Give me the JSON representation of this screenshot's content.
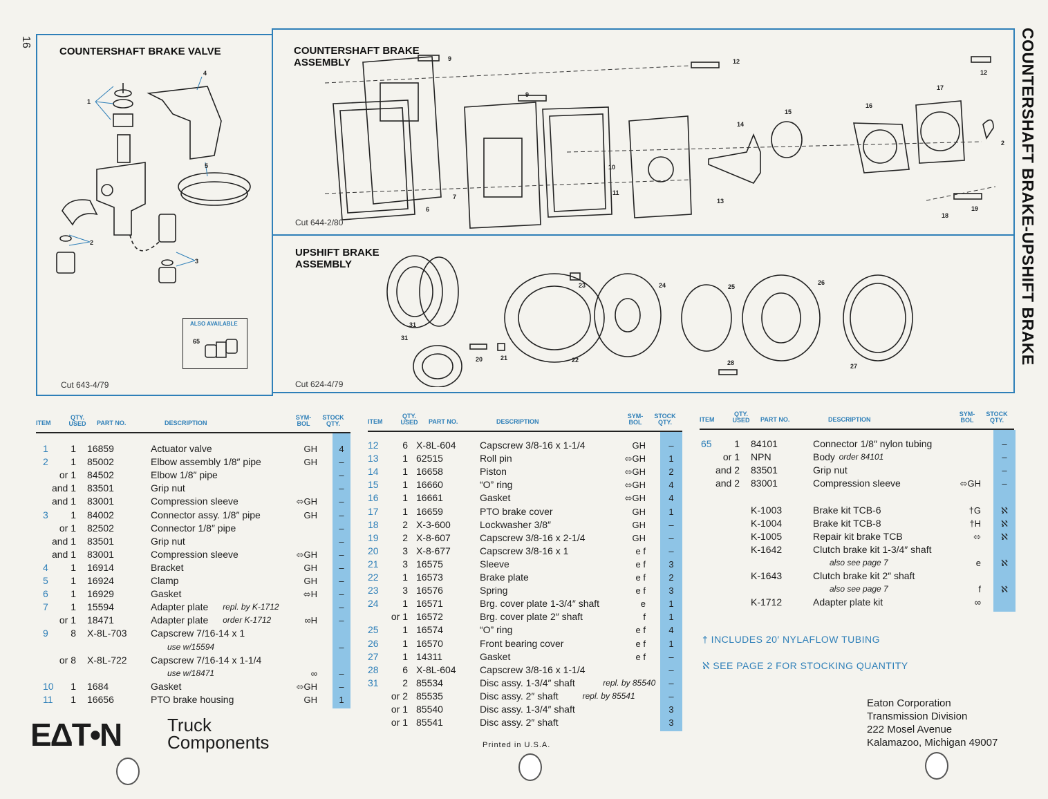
{
  "page_number": "16",
  "side_title": "COUNTERSHAFT BRAKE-UPSHIFT BRAKE",
  "panels": {
    "valve": {
      "title": "COUNTERSHAFT BRAKE VALVE",
      "cut": "Cut 643-4/79",
      "also_available": "ALSO AVAILABLE",
      "also_item": "65"
    },
    "cs_assembly": {
      "title1": "COUNTERSHAFT BRAKE",
      "title2": "ASSEMBLY",
      "cut": "Cut 644-2/80"
    },
    "upshift": {
      "title1": "UPSHIFT BRAKE",
      "title2": "ASSEMBLY",
      "cut": "Cut 624-4/79"
    }
  },
  "headers": {
    "item": "ITEM",
    "qty1": "QTY.",
    "qty2": "USED",
    "part": "PART NO.",
    "desc": "DESCRIPTION",
    "sym1": "SYM-",
    "sym2": "BOL",
    "stock1": "STOCK",
    "stock2": "QTY."
  },
  "table1": [
    {
      "item": "1",
      "qty": "1",
      "part": "16859",
      "desc": "Actuator valve",
      "sym": "GH",
      "stock": "4"
    },
    {
      "item": "2",
      "qty": "1",
      "part": "85002",
      "desc": "Elbow assembly 1/8″ pipe",
      "sym": "GH",
      "stock": "–"
    },
    {
      "item": "",
      "qty": "or 1",
      "part": "84502",
      "desc": "Elbow 1/8″ pipe",
      "sym": "",
      "stock": "–"
    },
    {
      "item": "",
      "qty": "and 1",
      "part": "83501",
      "desc": "Grip nut",
      "sym": "",
      "stock": "–"
    },
    {
      "item": "",
      "qty": "and 1",
      "part": "83001",
      "desc": "Compression sleeve",
      "sym": "⬄GH",
      "stock": "–"
    },
    {
      "item": "3",
      "qty": "1",
      "part": "84002",
      "desc": "Connector assy. 1/8″ pipe",
      "sym": "GH",
      "stock": "–"
    },
    {
      "item": "",
      "qty": "or 1",
      "part": "82502",
      "desc": "Connector 1/8″ pipe",
      "sym": "",
      "stock": "–"
    },
    {
      "item": "",
      "qty": "and 1",
      "part": "83501",
      "desc": "Grip nut",
      "sym": "",
      "stock": "–"
    },
    {
      "item": "",
      "qty": "and 1",
      "part": "83001",
      "desc": "Compression sleeve",
      "sym": "⬄GH",
      "stock": "–"
    },
    {
      "item": "4",
      "qty": "1",
      "part": "16914",
      "desc": "Bracket",
      "sym": "GH",
      "stock": "–"
    },
    {
      "item": "5",
      "qty": "1",
      "part": "16924",
      "desc": "Clamp",
      "sym": "GH",
      "stock": "–"
    },
    {
      "item": "6",
      "qty": "1",
      "part": "16929",
      "desc": "Gasket",
      "sym": "⬄H",
      "stock": "–"
    },
    {
      "item": "7",
      "qty": "1",
      "part": "15594",
      "desc": "Adapter plate",
      "note": "repl. by K-1712",
      "sym": "",
      "stock": "–"
    },
    {
      "item": "",
      "qty": "or 1",
      "part": "18471",
      "desc": "Adapter plate",
      "note": "order K-1712",
      "sym": "∞H",
      "stock": "–"
    },
    {
      "item": "9",
      "qty": "8",
      "part": "X-8L-703",
      "desc": "Capscrew 7/16-14 x 1",
      "sym": "",
      "stock": ""
    },
    {
      "item": "",
      "qty": "",
      "part": "",
      "desc": "",
      "note": "use w/15594",
      "sym": "",
      "stock": "–"
    },
    {
      "item": "",
      "qty": "or 8",
      "part": "X-8L-722",
      "desc": "Capscrew 7/16-14 x 1-1/4",
      "sym": "",
      "stock": ""
    },
    {
      "item": "",
      "qty": "",
      "part": "",
      "desc": "",
      "note": "use w/18471",
      "sym": "∞",
      "stock": "–"
    },
    {
      "item": "10",
      "qty": "1",
      "part": "1684",
      "desc": "Gasket",
      "sym": "⬄GH",
      "stock": "–"
    },
    {
      "item": "11",
      "qty": "1",
      "part": "16656",
      "desc": "PTO brake housing",
      "sym": "GH",
      "stock": "1"
    }
  ],
  "table2": [
    {
      "item": "12",
      "qty": "6",
      "part": "X-8L-604",
      "desc": "Capscrew 3/8-16 x 1-1/4",
      "sym": "GH",
      "stock": "–"
    },
    {
      "item": "13",
      "qty": "1",
      "part": "62515",
      "desc": "Roll pin",
      "sym": "⬄GH",
      "stock": "1"
    },
    {
      "item": "14",
      "qty": "1",
      "part": "16658",
      "desc": "Piston",
      "sym": "⬄GH",
      "stock": "2"
    },
    {
      "item": "15",
      "qty": "1",
      "part": "16660",
      "desc": "“O” ring",
      "sym": "⬄GH",
      "stock": "4"
    },
    {
      "item": "16",
      "qty": "1",
      "part": "16661",
      "desc": "Gasket",
      "sym": "⬄GH",
      "stock": "4"
    },
    {
      "item": "17",
      "qty": "1",
      "part": "16659",
      "desc": "PTO brake cover",
      "sym": "GH",
      "stock": "1"
    },
    {
      "item": "18",
      "qty": "2",
      "part": "X-3-600",
      "desc": "Lockwasher 3/8″",
      "sym": "GH",
      "stock": "–"
    },
    {
      "item": "19",
      "qty": "2",
      "part": "X-8-607",
      "desc": "Capscrew 3/8-16 x 2-1/4",
      "sym": "GH",
      "stock": "–"
    },
    {
      "item": "20",
      "qty": "3",
      "part": "X-8-677",
      "desc": "Capscrew 3/8-16 x 1",
      "sym": "e f",
      "stock": "–"
    },
    {
      "item": "21",
      "qty": "3",
      "part": "16575",
      "desc": "Sleeve",
      "sym": "e f",
      "stock": "3"
    },
    {
      "item": "22",
      "qty": "1",
      "part": "16573",
      "desc": "Brake plate",
      "sym": "e f",
      "stock": "2"
    },
    {
      "item": "23",
      "qty": "3",
      "part": "16576",
      "desc": "Spring",
      "sym": "e f",
      "stock": "3"
    },
    {
      "item": "24",
      "qty": "1",
      "part": "16571",
      "desc": "Brg. cover plate 1-3/4″ shaft",
      "sym": "e",
      "stock": "1"
    },
    {
      "item": "",
      "qty": "or 1",
      "part": "16572",
      "desc": "Brg. cover plate 2″ shaft",
      "sym": "f",
      "stock": "1"
    },
    {
      "item": "25",
      "qty": "1",
      "part": "16574",
      "desc": "“O” ring",
      "sym": "e f",
      "stock": "4"
    },
    {
      "item": "26",
      "qty": "1",
      "part": "16570",
      "desc": "Front bearing cover",
      "sym": "e f",
      "stock": "1"
    },
    {
      "item": "27",
      "qty": "1",
      "part": "14311",
      "desc": "Gasket",
      "sym": "e f",
      "stock": "–"
    },
    {
      "item": "28",
      "qty": "6",
      "part": "X-8L-604",
      "desc": "Capscrew 3/8-16 x 1-1/4",
      "sym": "",
      "stock": "–"
    },
    {
      "item": "31",
      "qty": "2",
      "part": "85534",
      "desc": "Disc assy. 1-3/4″ shaft",
      "note": "repl. by 85540",
      "sym": "",
      "stock": "–"
    },
    {
      "item": "",
      "qty": "or 2",
      "part": "85535",
      "desc": "Disc assy. 2″ shaft",
      "note": "repl. by 85541",
      "sym": "",
      "stock": "–"
    },
    {
      "item": "",
      "qty": "or 1",
      "part": "85540",
      "desc": "Disc assy. 1-3/4″ shaft",
      "sym": "",
      "stock": "3"
    },
    {
      "item": "",
      "qty": "or 1",
      "part": "85541",
      "desc": "Disc assy. 2″ shaft",
      "sym": "",
      "stock": "3"
    }
  ],
  "table3": [
    {
      "item": "65",
      "qty": "1",
      "part": "84101",
      "desc": "Connector 1/8″ nylon tubing",
      "sym": "",
      "stock": "–"
    },
    {
      "item": "",
      "qty": "or 1",
      "part": "NPN",
      "desc": "Body",
      "note": "order 84101",
      "sym": "",
      "stock": "–"
    },
    {
      "item": "",
      "qty": "and 2",
      "part": "83501",
      "desc": "Grip nut",
      "sym": "",
      "stock": "–"
    },
    {
      "item": "",
      "qty": "and 2",
      "part": "83001",
      "desc": "Compression sleeve",
      "sym": "⬄GH",
      "stock": "–"
    },
    {
      "item": "",
      "qty": "",
      "part": "",
      "desc": "",
      "sym": "",
      "stock": ""
    },
    {
      "item": "",
      "qty": "",
      "part": "K-1003",
      "desc": "Brake kit TCB-6",
      "sym": "†G",
      "stock": "ℵ"
    },
    {
      "item": "",
      "qty": "",
      "part": "K-1004",
      "desc": "Brake kit TCB-8",
      "sym": "†H",
      "stock": "ℵ"
    },
    {
      "item": "",
      "qty": "",
      "part": "K-1005",
      "desc": "Repair kit brake TCB",
      "sym": "⬄",
      "stock": "ℵ"
    },
    {
      "item": "",
      "qty": "",
      "part": "K-1642",
      "desc": "Clutch brake kit 1-3/4″ shaft",
      "sym": "",
      "stock": ""
    },
    {
      "item": "",
      "qty": "",
      "part": "",
      "desc": "",
      "note": "also see page 7",
      "sym": "e",
      "stock": "ℵ"
    },
    {
      "item": "",
      "qty": "",
      "part": "K-1643",
      "desc": "Clutch brake kit 2″ shaft",
      "sym": "",
      "stock": ""
    },
    {
      "item": "",
      "qty": "",
      "part": "",
      "desc": "",
      "note": "also see page 7",
      "sym": "f",
      "stock": "ℵ"
    },
    {
      "item": "",
      "qty": "",
      "part": "K-1712",
      "desc": "Adapter plate kit",
      "sym": "∞",
      "stock": ""
    }
  ],
  "footnotes": {
    "f1": "† INCLUDES 20′ NYLAFLOW TUBING",
    "f2": "ℵ SEE PAGE 2 FOR STOCKING QUANTITY"
  },
  "address": {
    "l1": "Eaton Corporation",
    "l2": "Transmission Division",
    "l3": "222 Mosel Avenue",
    "l4": "Kalamazoo, Michigan 49007"
  },
  "logo": {
    "brand": "EΔT•N",
    "l1": "Truck",
    "l2": "Components"
  },
  "printed": "Printed in U.S.A.",
  "callouts": {
    "valve": [
      "1",
      "4",
      "2",
      "5",
      "3",
      "65"
    ],
    "cs": [
      "9",
      "9",
      "12",
      "12",
      "17",
      "15",
      "16",
      "14",
      "2",
      "10",
      "11",
      "13",
      "6",
      "7",
      "18",
      "19"
    ],
    "up": [
      "31",
      "31",
      "23",
      "24",
      "25",
      "26",
      "20",
      "21",
      "22",
      "28",
      "27"
    ]
  },
  "colors": {
    "accent": "#2e7fb8",
    "stock_fill": "#8ec4e6",
    "paper": "#f4f3ee"
  }
}
